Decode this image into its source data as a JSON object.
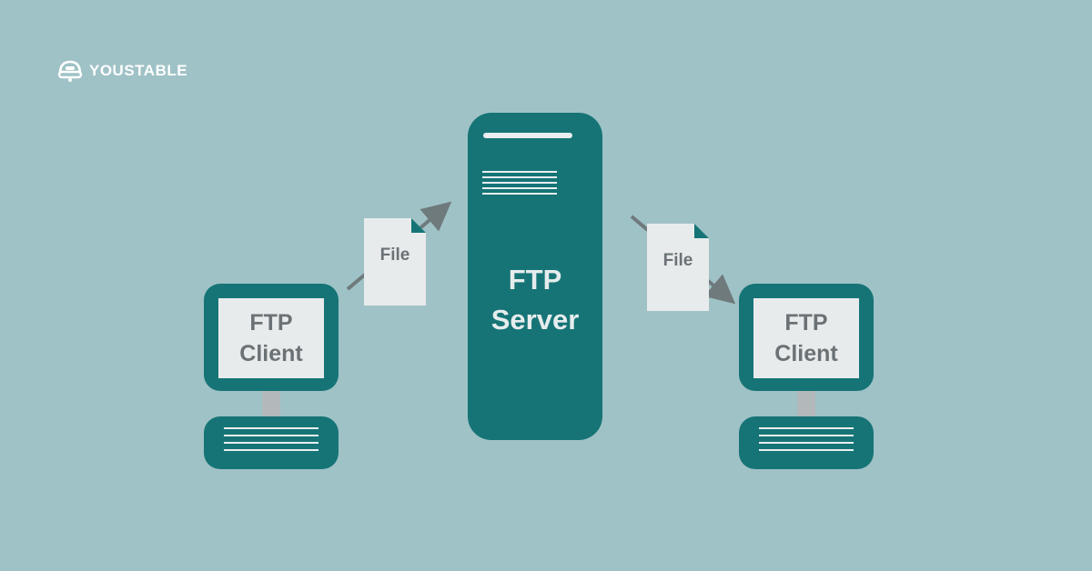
{
  "brand": {
    "name": "YOUSTABLE",
    "logo_icon": "helmet-icon"
  },
  "diagram": {
    "server": {
      "label": "FTP\nServer"
    },
    "clients": [
      {
        "label": "FTP\nClient"
      },
      {
        "label": "FTP\nClient"
      }
    ],
    "files": [
      {
        "label": "File"
      },
      {
        "label": "File"
      }
    ]
  },
  "colors": {
    "background": "#9fc2c6",
    "device": "#167476",
    "screen": "#e8ebec",
    "label_text": "#6b7275",
    "arrow": "#6f7a7d"
  }
}
